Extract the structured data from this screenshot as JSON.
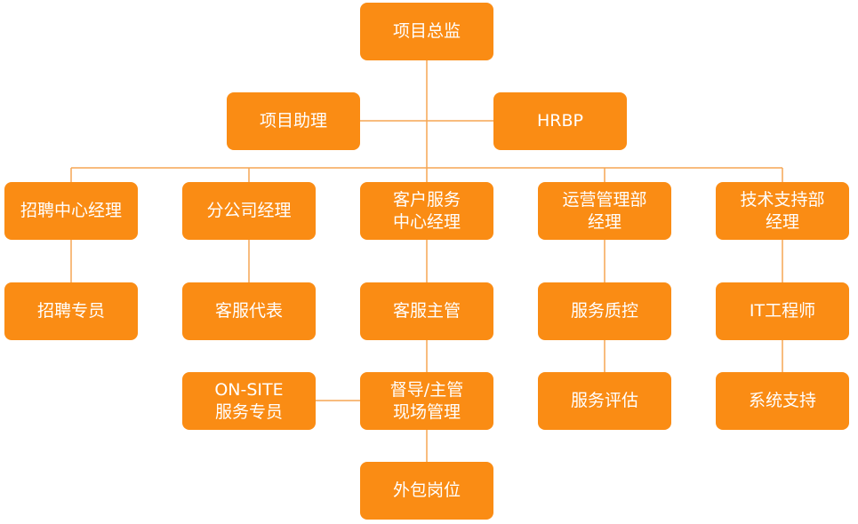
{
  "colors": {
    "box": "#FA8C14",
    "text": "#FFFFFF",
    "line": "#F5A654"
  },
  "nodes": {
    "director": [
      "项目总监"
    ],
    "assistant": [
      "项目助理"
    ],
    "hrbp": [
      "HRBP"
    ],
    "recruit_mgr": [
      "招聘中心经理"
    ],
    "branch_mgr": [
      "分公司经理"
    ],
    "cs_mgr": [
      "客户服务",
      "中心经理"
    ],
    "ops_mgr": [
      "运营管理部",
      "经理"
    ],
    "tech_mgr": [
      "技术支持部",
      "经理"
    ],
    "recruit_spec": [
      "招聘专员"
    ],
    "cs_rep": [
      "客服代表"
    ],
    "cs_supervisor": [
      "客服主管"
    ],
    "qa": [
      "服务质控"
    ],
    "it_engineer": [
      "IT工程师"
    ],
    "onsite": [
      "ON-SITE",
      "服务专员"
    ],
    "field_mgmt": [
      "督导/主管",
      "现场管理"
    ],
    "svc_eval": [
      "服务评估"
    ],
    "sys_support": [
      "系统支持"
    ],
    "outsource": [
      "外包岗位"
    ]
  }
}
